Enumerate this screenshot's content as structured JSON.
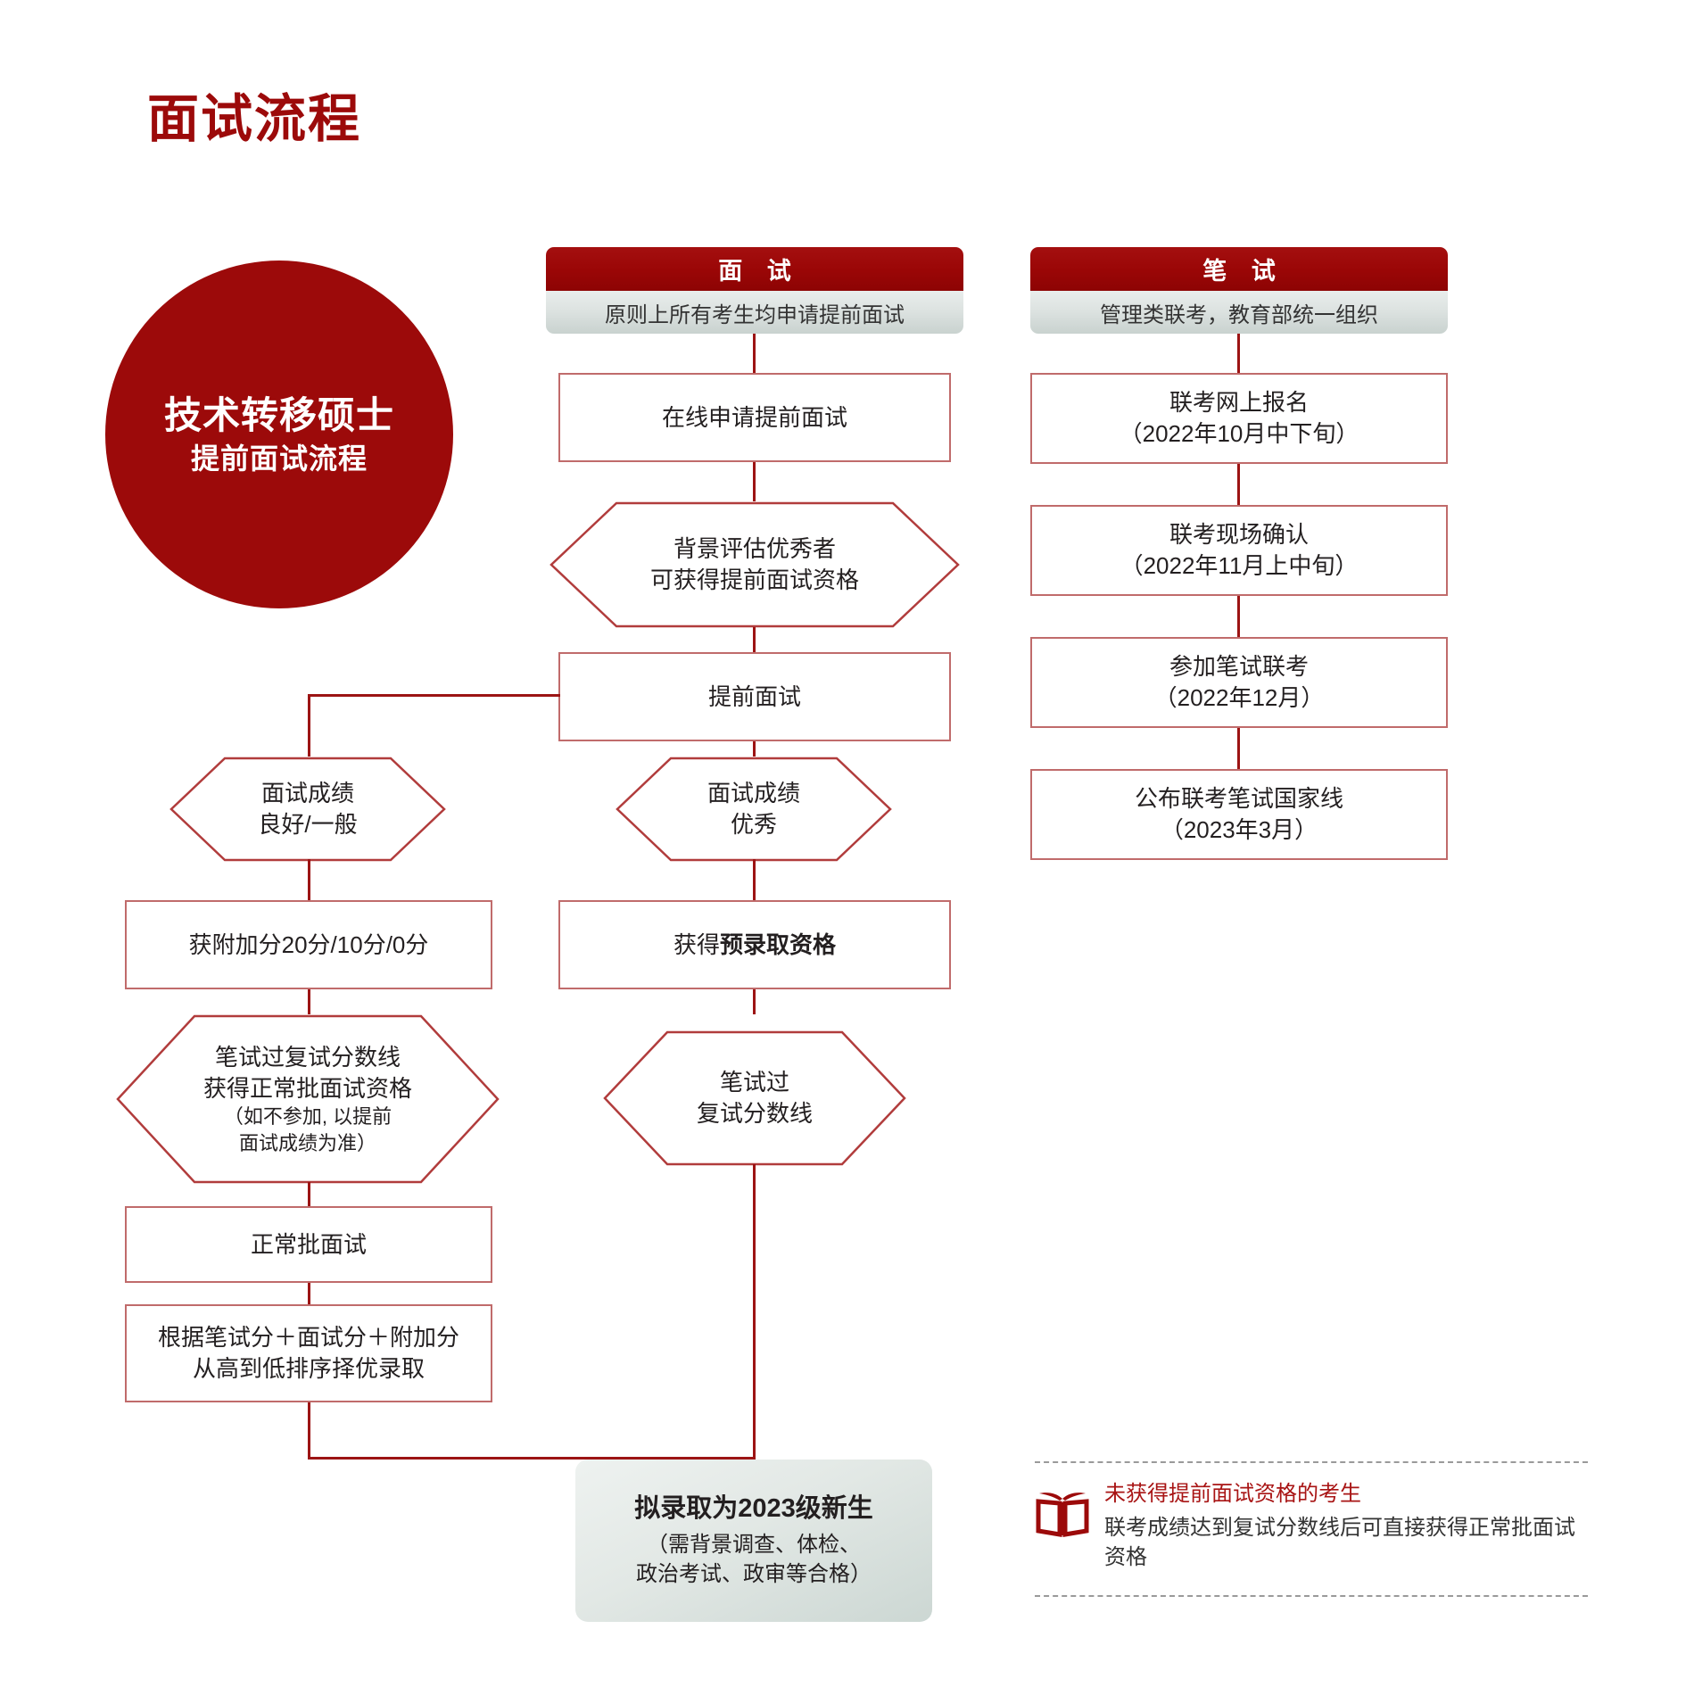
{
  "title": "面试流程",
  "badge": {
    "line1": "技术转移硕士",
    "line2": "提前面试流程",
    "color": "#9c0a0a"
  },
  "columns": [
    {
      "key": "interview",
      "header": "面 试",
      "subtitle": "原则上所有考生均申请提前面试"
    },
    {
      "key": "written",
      "header": "笔 试",
      "subtitle": "管理类联考，教育部统一组织"
    }
  ],
  "interview_flow": {
    "apply": "在线申请提前面试",
    "eligibility_line1": "背景评估优秀者",
    "eligibility_line2": "可获得提前面试资格",
    "interview": "提前面试",
    "branch_left_line1": "面试成绩",
    "branch_left_line2": "良好/一般",
    "branch_right_line1": "面试成绩",
    "branch_right_line2": "优秀",
    "bonus": "获附加分20分/10分/0分",
    "preadmit_prefix": "获得",
    "preadmit_strong": "预录取资格",
    "left_gate_line1": "笔试过复试分数线",
    "left_gate_line2": "获得正常批面试资格",
    "left_gate_line3": "（如不参加, 以提前",
    "left_gate_line4": "面试成绩为准）",
    "right_gate_line1": "笔试过",
    "right_gate_line2": "复试分数线",
    "normal_interview": "正常批面试",
    "ranking_line1": "根据笔试分＋面试分＋附加分",
    "ranking_line2": "从高到低排序择优录取"
  },
  "written_flow": [
    {
      "name": "联考网上报名",
      "date": "（2022年10月中下旬）"
    },
    {
      "name": "联考现场确认",
      "date": "（2022年11月上中旬）"
    },
    {
      "name": "参加笔试联考",
      "date": "（2022年12月）"
    },
    {
      "name": "公布联考笔试国家线",
      "date": "（2023年3月）"
    }
  ],
  "terminal": {
    "title": "拟录取为2023级新生",
    "detail_line1": "（需背景调查、体检、",
    "detail_line2": "政治考试、政审等合格）"
  },
  "legend": {
    "icon": "open-book-icon",
    "heading": "未获得提前面试资格的考生",
    "body": "联考成绩达到复试分数线后可直接获得正常批面试资格",
    "heading_color": "#a81414"
  },
  "palette": {
    "brand_red": "#9c0a0a",
    "line_red": "#9c1414",
    "box_border": "#c06b6b",
    "gray_bar": "#d6dedb"
  }
}
